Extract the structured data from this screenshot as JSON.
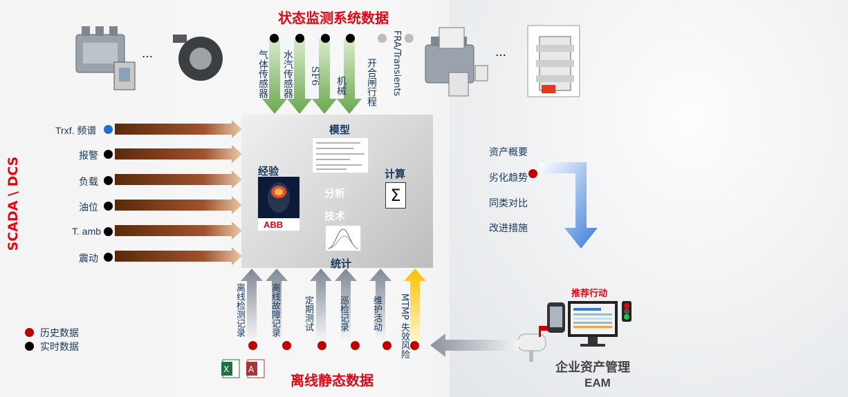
{
  "title_top": "状态监测系统数据",
  "title_bottom": "离线静态数据",
  "scada_label": "SCADA \\ DCS",
  "legend": {
    "history": "历史数据",
    "realtime": "实时数据",
    "history_color": "#c00000",
    "realtime_color": "#000000"
  },
  "left_inputs": [
    {
      "label": "Trxf. 频谱",
      "dot": "#1f6fd6"
    },
    {
      "label": "报警",
      "dot": "#000000"
    },
    {
      "label": "负载",
      "dot": "#000000"
    },
    {
      "label": "油位",
      "dot": "#000000"
    },
    {
      "label": "T. amb",
      "dot": "#000000"
    },
    {
      "label": "震动",
      "dot": "#000000"
    }
  ],
  "top_inputs": [
    {
      "label": "气体传感器",
      "dot": "#000000"
    },
    {
      "label": "水汽传感器",
      "dot": "#000000"
    },
    {
      "label": "SF6",
      "dot": "#000000"
    },
    {
      "label": "机械",
      "dot": "#000000"
    },
    {
      "label": "开合闸行程",
      "dot": "#bdbdbd"
    },
    {
      "label": "FRA/Transients",
      "dot": "#bdbdbd"
    }
  ],
  "bottom_inputs": [
    {
      "label": "离线检测记录",
      "dot": "#c00000"
    },
    {
      "label": "离线故障记录",
      "dot": "#c00000"
    },
    {
      "label": "定期测试",
      "dot": "#c00000"
    },
    {
      "label": "巡检记录",
      "dot": "#c00000"
    },
    {
      "label": "维护活动",
      "dot": "#c00000"
    },
    {
      "label": "MTMP 失效风险",
      "dot": "#c00000"
    }
  ],
  "center": {
    "model": "模型",
    "experience": "经验",
    "analysis": "分析",
    "technique": "技术",
    "calc": "计算",
    "sigma": "Σ",
    "stats": "统计",
    "brand": "ABB"
  },
  "right_outputs": [
    "资产概要",
    "劣化趋势",
    "同类对比",
    "改进措施"
  ],
  "eam": {
    "action": "推荐行动",
    "name": "企业资产管理",
    "abbr": "EAM"
  },
  "ellipsis": "…"
}
